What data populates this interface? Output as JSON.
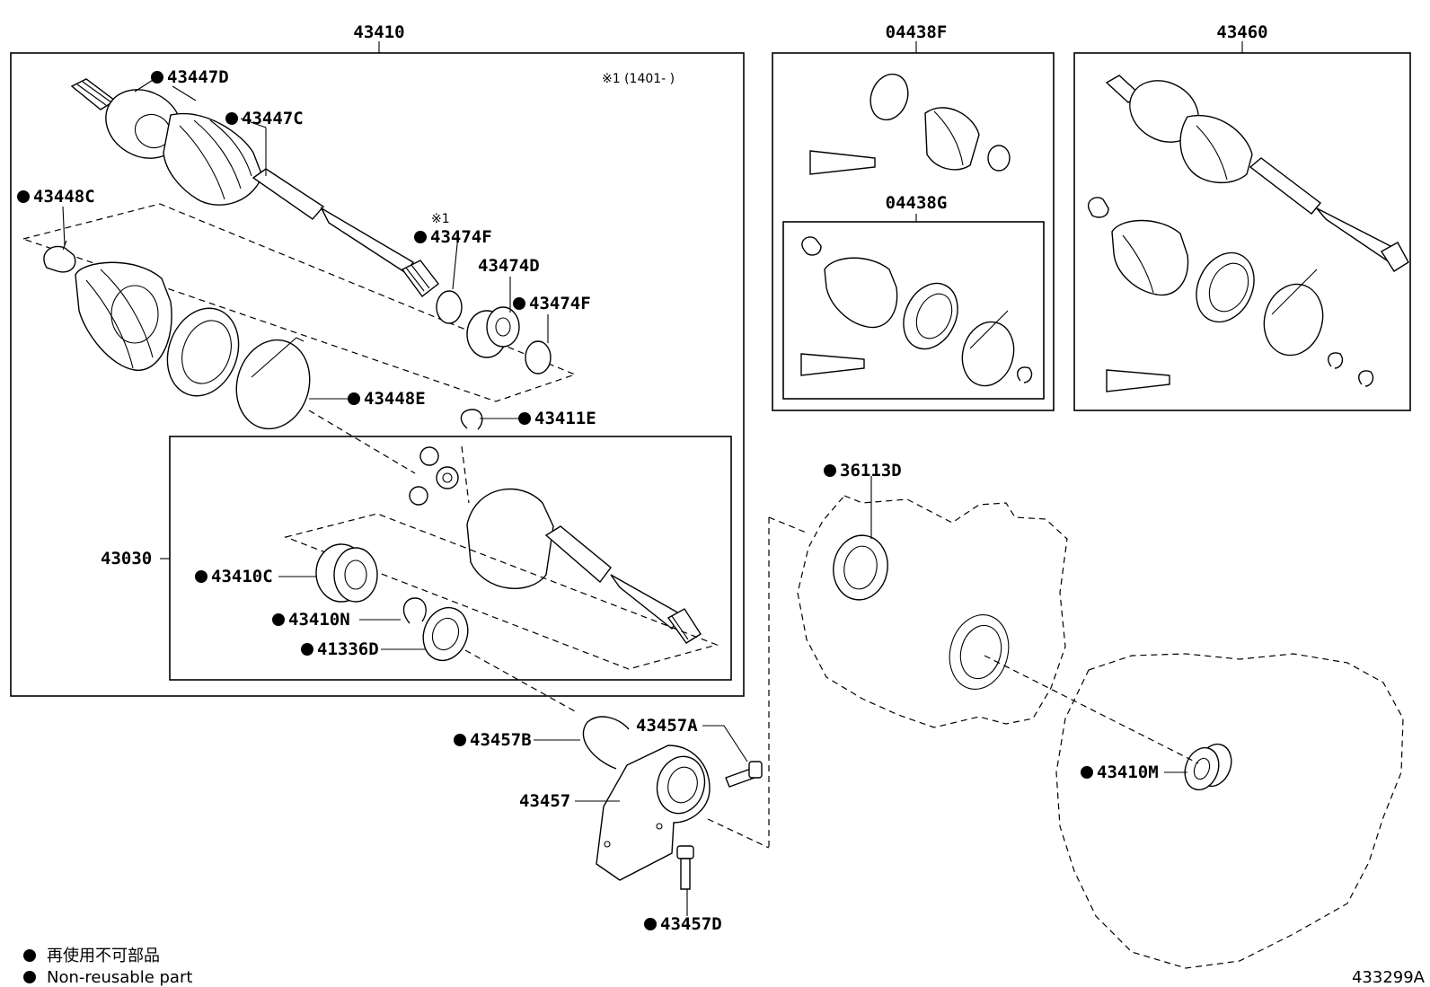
{
  "header_labels": {
    "assembly_left": "43410",
    "assembly_boot_kit": "04438F",
    "assembly_right": "43460"
  },
  "parts": {
    "p43447D": "43447D",
    "p43447C": "43447C",
    "p43448C": "43448C",
    "p43474F_a": "43474F",
    "p43474D": "43474D",
    "p43474F_b": "43474F",
    "p43448E": "43448E",
    "p43411E": "43411E",
    "p43030": "43030",
    "p43410C": "43410C",
    "p43410N": "43410N",
    "p41336D": "41336D",
    "p04438G": "04438G",
    "p36113D": "36113D",
    "p43457B": "43457B",
    "p43457A": "43457A",
    "p43457": "43457",
    "p43457D": "43457D",
    "p43410M": "43410M"
  },
  "notes": {
    "ref_mark": "※1",
    "date_range": "※1 (1401-     )"
  },
  "legend": {
    "line_ja": "再使用不可部品",
    "line_en": "Non-reusable part"
  },
  "diagram_id": "433299A"
}
